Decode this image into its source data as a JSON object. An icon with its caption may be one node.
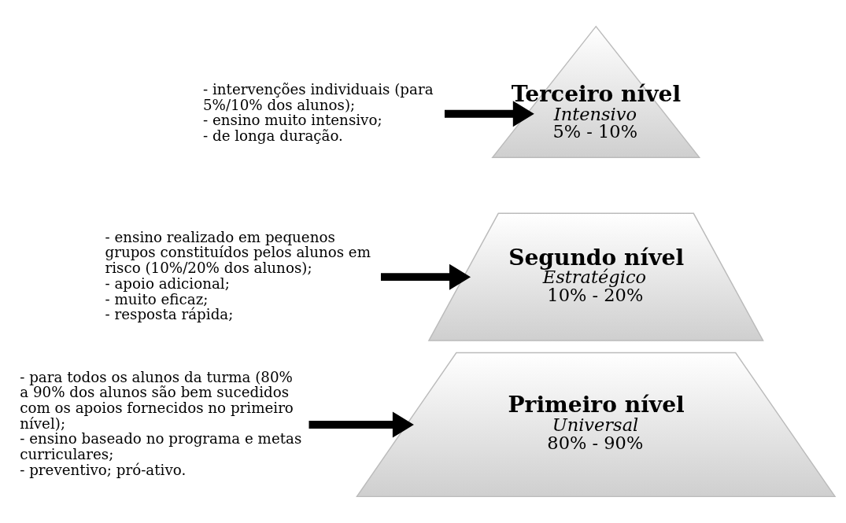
{
  "diagram": {
    "nodes": [
      {
        "text": [
          "- intervenções individuais (para 5%/10% dos alunos);",
          "- ensino muito intensivo;",
          "- de longa duração."
        ]
      },
      {
        "text": [
          "Terceiro nível",
          "Intensivo",
          "5% - 10%"
        ]
      },
      {
        "text": [
          "- ensino realizado em pequenos grupos constituídos pelos alunos em risco (10%/20% dos alunos);",
          "- apoio adicional;",
          "- muito eficaz;",
          "- resposta rápida;"
        ]
      },
      {
        "text": [
          "Segundo nível",
          "Estratégico",
          "10% - 20%"
        ]
      },
      {
        "text": [
          "- para todos os alunos da turma (80% a 90% dos alunos são bem sucedidos com os apoios fornecidos no primeiro nível);",
          "- ensino baseado no programa e metas curriculares;",
          "- preventivo; pró-ativo."
        ]
      },
      {
        "text": [
          "Primeiro nível",
          "Universal",
          "80% - 90%"
        ]
      }
    ],
    "edges": [
      {
        "from": 0,
        "to": 1,
        "arrow": "to"
      },
      {
        "from": 2,
        "to": 3,
        "arrow": "to"
      },
      {
        "from": 4,
        "to": 5,
        "arrow": "to"
      }
    ]
  }
}
